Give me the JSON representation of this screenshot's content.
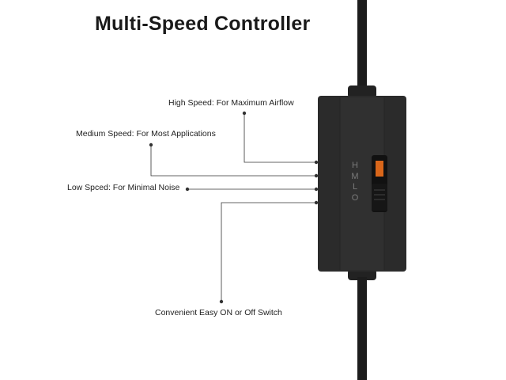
{
  "title": "Multi-Speed Controller",
  "callouts": {
    "high": "High Speed: For Maximum Airflow",
    "medium": "Medium Speed: For Most Applications",
    "low": "Low Spced: For Minimal Noise",
    "switch": "Convenient Easy ON or Off Switch"
  },
  "switch_marks": [
    "H",
    "M",
    "L",
    "O"
  ],
  "colors": {
    "housing": "#2b2b2b",
    "cord": "#1c1c1c",
    "accent": "#d9661a",
    "leader": "#333333"
  }
}
